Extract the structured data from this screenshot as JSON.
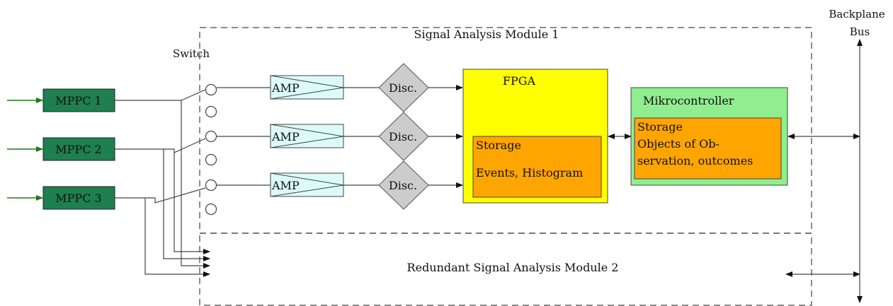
{
  "bus": {
    "title_line1": "Backplane",
    "title_line2": "Bus"
  },
  "switch": {
    "label": "Switch"
  },
  "module1": {
    "title": "Signal Analysis Module 1"
  },
  "module2": {
    "title": "Redundant Signal Analysis Module 2"
  },
  "mppc": [
    {
      "label": "MPPC 1"
    },
    {
      "label": "MPPC 2"
    },
    {
      "label": "MPPC 3"
    }
  ],
  "amp": [
    {
      "label": "AMP"
    },
    {
      "label": "AMP"
    },
    {
      "label": "AMP"
    }
  ],
  "disc": [
    {
      "label": "Disc."
    },
    {
      "label": "Disc."
    },
    {
      "label": "Disc."
    }
  ],
  "fpga": {
    "title": "FPGA",
    "storage_title": "Storage",
    "storage_content": "Events, Histogram"
  },
  "mcu": {
    "title": "Mikrocontroller",
    "storage_title": "Storage",
    "storage_line1": "Objects of Ob-",
    "storage_line2": "servation, outcomes"
  },
  "colors": {
    "mppc_fill": "#1e7f4f",
    "input_arrow": "#1a7a1a",
    "amp_fill": "#dcfafa",
    "disc_fill": "#cccccc",
    "fpga_fill": "#ffff00",
    "storage_fill": "#ffa500",
    "mcu_fill": "#90ee90"
  }
}
